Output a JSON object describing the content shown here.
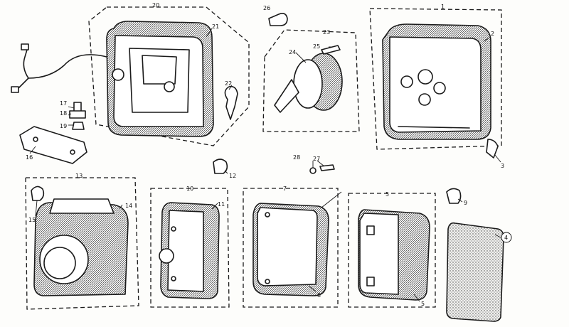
{
  "diagram": {
    "callouts": {
      "c1": "1",
      "c2": "2",
      "c3": "3",
      "c4": "4",
      "c5a": "5",
      "c5b": "5",
      "c7": "7",
      "c8": "8",
      "c9": "9",
      "c10": "10",
      "c11": "11",
      "c12": "12",
      "c13": "13",
      "c14": "14",
      "c15": "15",
      "c16": "16",
      "c17": "17",
      "c18": "18",
      "c19": "19",
      "c20": "20",
      "c21": "21",
      "c22": "22",
      "c23": "23",
      "c24": "24",
      "c25": "25",
      "c26": "26",
      "c27": "27",
      "c28": "28"
    }
  }
}
